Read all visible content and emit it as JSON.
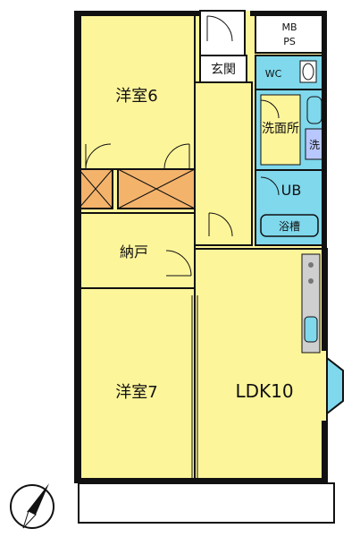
{
  "rooms": {
    "western_room_1": "洋室6",
    "storage_closet": "納戸",
    "western_room_2": "洋室7",
    "ldk": "LDK10",
    "entrance": "玄関",
    "meter_box": "MB",
    "pipe_space": "PS",
    "toilet": "WC",
    "washroom": "洗面所",
    "washer": "洗",
    "unit_bath": "UB",
    "bathtub": "浴槽"
  },
  "colors": {
    "room_fill": "#fdf59a",
    "wet_area_fill": "#7fd8ec",
    "closet_fill": "#f4b36b",
    "wall": "#111111",
    "balcony_fill": "#ffffff"
  },
  "compass": {
    "icon": "north-arrow-icon"
  }
}
